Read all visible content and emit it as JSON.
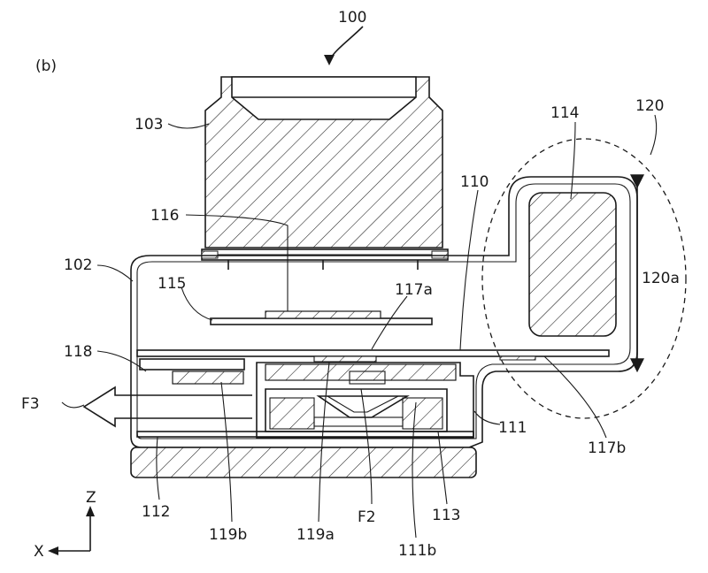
{
  "figure": {
    "panel_label": "(b)",
    "labels": {
      "l100": "100",
      "l103": "103",
      "l102": "102",
      "l114": "114",
      "l120": "120",
      "l110": "110",
      "l116": "116",
      "l115": "115",
      "l117a": "117a",
      "l120a": "120a",
      "l118": "118",
      "lF3": "F3",
      "l111": "111",
      "l117b": "117b",
      "l112": "112",
      "l119b": "119b",
      "l119a": "119a",
      "lF2": "F2",
      "l113": "113",
      "l111b": "111b"
    },
    "axes": {
      "z": "Z",
      "x": "X"
    }
  }
}
